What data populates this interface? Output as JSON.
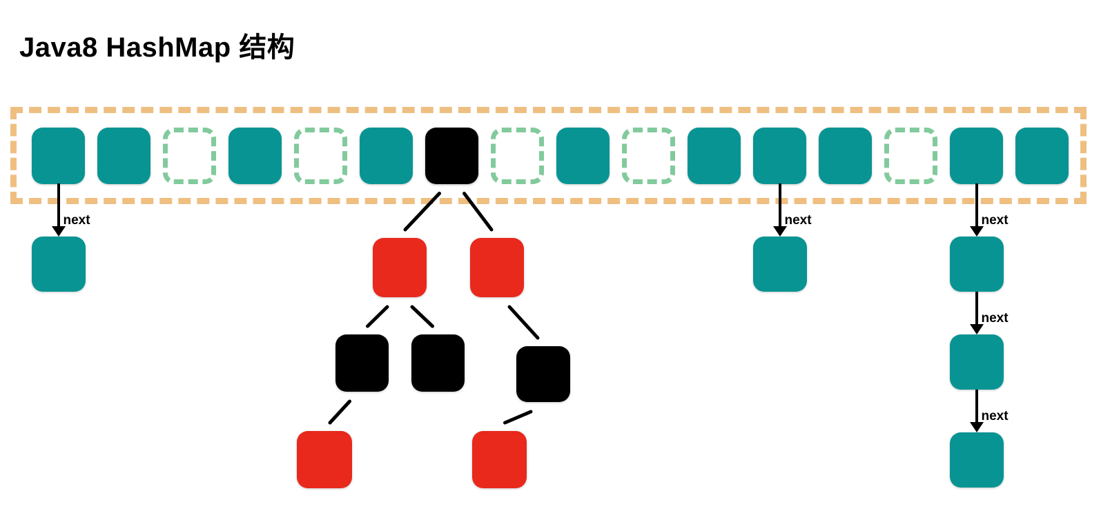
{
  "title": "Java8 HashMap 结构",
  "colors": {
    "node_fill": "#089493",
    "tree_red": "#e8291c",
    "tree_black": "#000000",
    "array_border": "#efbf82",
    "empty_slot_border": "#82ca9c"
  },
  "array": {
    "slots": [
      {
        "index": 0,
        "state": "occupied"
      },
      {
        "index": 1,
        "state": "occupied"
      },
      {
        "index": 2,
        "state": "empty"
      },
      {
        "index": 3,
        "state": "occupied"
      },
      {
        "index": 4,
        "state": "empty"
      },
      {
        "index": 5,
        "state": "occupied"
      },
      {
        "index": 6,
        "state": "tree-root"
      },
      {
        "index": 7,
        "state": "empty"
      },
      {
        "index": 8,
        "state": "occupied"
      },
      {
        "index": 9,
        "state": "empty"
      },
      {
        "index": 10,
        "state": "occupied"
      },
      {
        "index": 11,
        "state": "occupied"
      },
      {
        "index": 12,
        "state": "occupied"
      },
      {
        "index": 13,
        "state": "empty"
      },
      {
        "index": 14,
        "state": "occupied"
      },
      {
        "index": 15,
        "state": "occupied"
      }
    ]
  },
  "linked_lists": [
    {
      "bucket_index": 0,
      "arrow_label": "next",
      "node_count": 1
    },
    {
      "bucket_index": 11,
      "arrow_label": "next",
      "node_count": 1
    },
    {
      "bucket_index": 14,
      "arrow_label": "next",
      "node_count": 3
    }
  ],
  "red_black_tree": {
    "root_bucket_index": 6,
    "nodes": [
      {
        "id": "L",
        "color": "red"
      },
      {
        "id": "R",
        "color": "red"
      },
      {
        "id": "LL",
        "color": "black"
      },
      {
        "id": "LR",
        "color": "black"
      },
      {
        "id": "RR",
        "color": "black"
      },
      {
        "id": "LLL",
        "color": "red"
      },
      {
        "id": "RRL",
        "color": "red"
      }
    ],
    "edges": [
      [
        "root",
        "L"
      ],
      [
        "root",
        "R"
      ],
      [
        "L",
        "LL"
      ],
      [
        "L",
        "LR"
      ],
      [
        "R",
        "RR"
      ],
      [
        "LL",
        "LLL"
      ],
      [
        "RR",
        "RRL"
      ]
    ]
  }
}
